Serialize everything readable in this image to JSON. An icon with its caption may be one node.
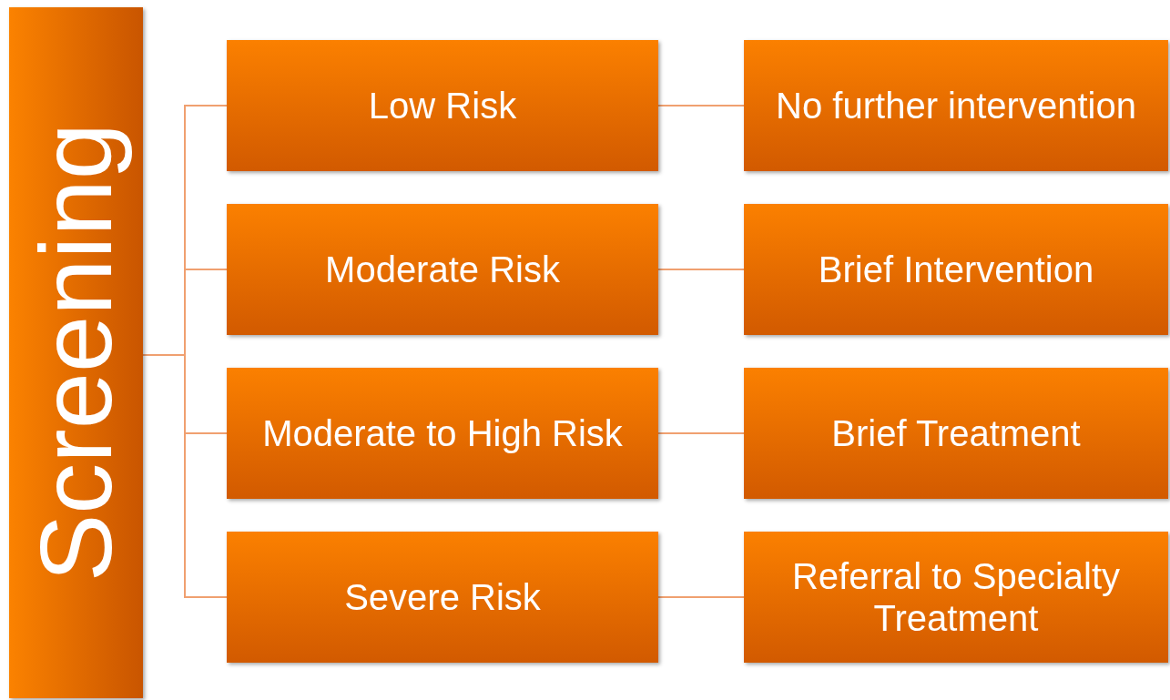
{
  "diagram": {
    "nodes": [
      {
        "text": [
          "Screening"
        ]
      },
      {
        "text": [
          "Low Risk"
        ]
      },
      {
        "text": [
          "No further intervention"
        ]
      },
      {
        "text": [
          "Moderate Risk"
        ]
      },
      {
        "text": [
          "Brief Intervention"
        ]
      },
      {
        "text": [
          "Moderate to High Risk"
        ]
      },
      {
        "text": [
          "Brief Treatment"
        ]
      },
      {
        "text": [
          "Severe Risk"
        ]
      },
      {
        "text": [
          "Referral to Specialty Treatment"
        ]
      }
    ],
    "edges": [
      {
        "from": 0,
        "to": 1,
        "arrow": "none"
      },
      {
        "from": 0,
        "to": 3,
        "arrow": "none"
      },
      {
        "from": 0,
        "to": 5,
        "arrow": "none"
      },
      {
        "from": 0,
        "to": 7,
        "arrow": "none"
      },
      {
        "from": 1,
        "to": 2,
        "arrow": "none"
      },
      {
        "from": 3,
        "to": 4,
        "arrow": "none"
      },
      {
        "from": 5,
        "to": 6,
        "arrow": "none"
      },
      {
        "from": 7,
        "to": 8,
        "arrow": "none"
      }
    ]
  }
}
